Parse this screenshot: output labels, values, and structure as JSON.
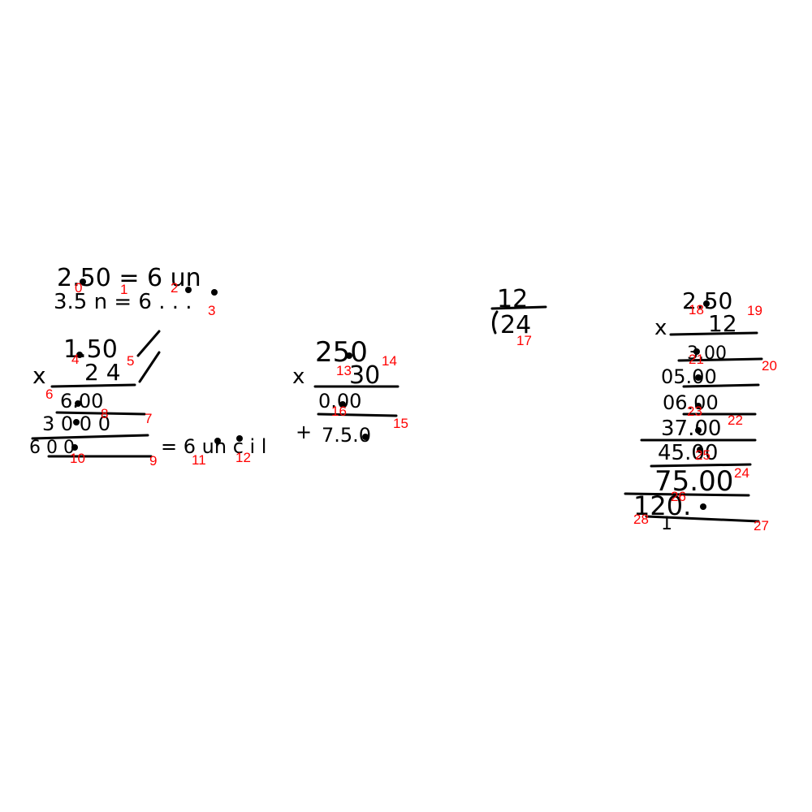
{
  "colors": {
    "ink": "#000000",
    "label": "#ff0000",
    "background": "#ffffff"
  },
  "handwriting": {
    "a_line1": "2.50 = 6 un",
    "a_line2": "3.5 n = 6 . . .",
    "b_top": "1.50",
    "b_sign": "x",
    "b_mult": "2 4",
    "b_row1": "6.00",
    "b_row2": "3 0 0 0",
    "b_total": "6 0 0",
    "b_result": "= 6 un c i l",
    "c_top": "250",
    "c_sign": "x",
    "c_mult": "30",
    "c_row1": "0.00",
    "c_plus": "+",
    "c_row2": "7.5.0",
    "d_quot": "12",
    "d_div": "24",
    "e_top": "2.50",
    "e_sign": "x",
    "e_mult": "12",
    "e_r1": "3.00",
    "e_r2": "05.00",
    "e_r3": "06.00",
    "e_r4": "37.00",
    "e_r5": "45.00",
    "e_r6": "75.00",
    "e_r7": "120.",
    "e_r8": "1"
  },
  "markers": [
    "0",
    "1",
    "2",
    "3",
    "4",
    "5",
    "6",
    "7",
    "8",
    "9",
    "10",
    "11",
    "12",
    "13",
    "14",
    "15",
    "16",
    "17",
    "18",
    "19",
    "20",
    "21",
    "22",
    "23",
    "24",
    "25",
    "26",
    "27",
    "28"
  ]
}
